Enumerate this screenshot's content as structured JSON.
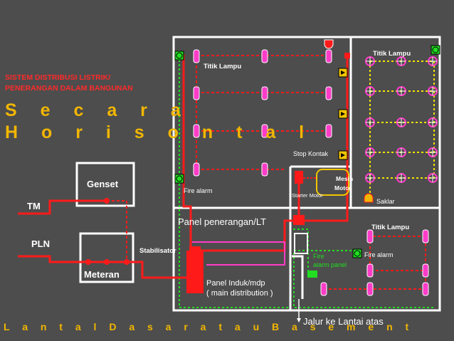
{
  "slide": {
    "subtitle_line1": "SISTEM DISTRIBUSI LISTRIK/",
    "subtitle_line2": "PENERANGAN DALAM BANGUNAN",
    "title_line1": "S e c a r a",
    "title_line2": "H o r i s o n t a l",
    "footer": "L a n t a l   D a s a r   a t a u   B a s e m e n t"
  },
  "labels": {
    "tm": "TM",
    "pln": "PLN",
    "genset": "Genset",
    "meteran": "Meteran",
    "stabilisator": "Stabilisator",
    "panel_penerangan": "Panel penerangan/LT",
    "panel_induk_line1": "Panel Induk/mdp",
    "panel_induk_line2": "( main distribution )",
    "titik_lampu_1": "Titik Lampu",
    "titik_lampu_2": "Titik Lampu",
    "titik_lampu_3": "Titik Lampu",
    "stop_kontak": "Stop Kontak",
    "mesin_line1": "Mesin",
    "mesin_line2": "Motor",
    "starter_motor": "Starter Motor",
    "saklar": "Saklar",
    "fire_alarm_1": "Fire alarm",
    "fire_alarm_2": "Fire alarm",
    "fire_panel_line1": "Fire",
    "fire_panel_line2": "alarm panel",
    "jalur": "Jalur ke Lantai atas"
  },
  "colors": {
    "background": "#4d4d4d",
    "title": "#f2b600",
    "red": "#ff1a1a",
    "lamp_pink": "#ff3cc8",
    "yellow_circuit": "#f5e400",
    "fire_green": "#22dd22"
  }
}
